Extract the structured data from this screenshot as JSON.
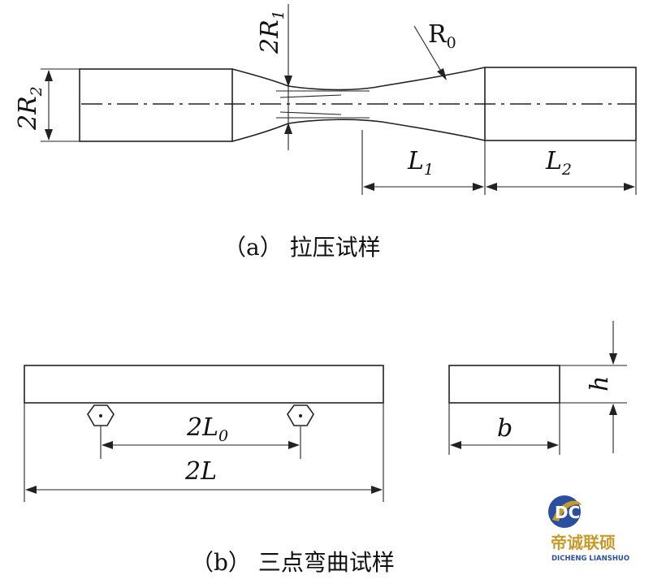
{
  "figure_a": {
    "labels": {
      "r1_prefix": "2",
      "r1_var": "R",
      "r1_sub": "1",
      "r2_prefix": "2",
      "r2_var": "R",
      "r2_sub": "2",
      "r0_var": "R",
      "r0_sub": "0",
      "l1_var": "L",
      "l1_sub": "1",
      "l2_var": "L",
      "l2_sub": "2"
    },
    "caption": "（a） 拉压试样"
  },
  "figure_b": {
    "labels": {
      "l0_prefix": "2",
      "l0_var": "L",
      "l0_sub": "0",
      "l_prefix": "2",
      "l_var": "L",
      "b": "b",
      "h": "h"
    },
    "caption": "（b） 三点弯曲试样"
  },
  "watermark": {
    "name": "帝诚联硕",
    "pinyin": "DICHENG LIANSHUO",
    "colors": {
      "blue": "#2a4fa0",
      "gold": "#c89a2a"
    }
  }
}
